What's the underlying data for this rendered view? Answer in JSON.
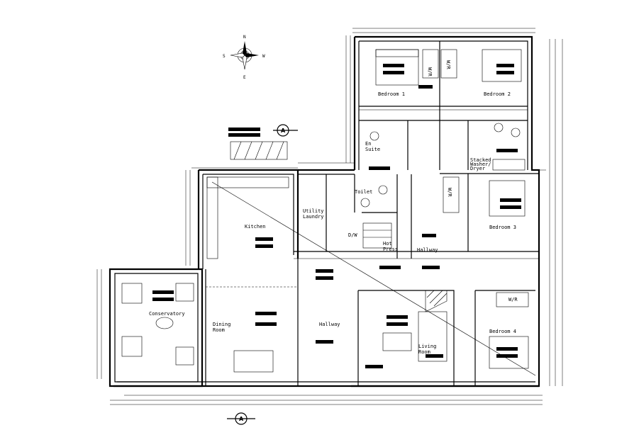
{
  "rooms": {
    "bedroom1": "Bedroom 1",
    "bedroom2": "Bedroom 2",
    "bedroom3": "Bedroom 3",
    "bedroom4": "Bedroom 4",
    "wardrobe": "W/R",
    "ensuite_line1": "En",
    "ensuite_line2": "Suite",
    "toilet": "Toilet",
    "utility_line1": "Utility",
    "utility_line2": "Laundry",
    "hotpress_line1": "Hot",
    "hotpress_line2": "Press",
    "dw": "D/W",
    "kitchen": "Kitchen",
    "hallway": "Hallway",
    "hallway_upper": "Hallway",
    "conservatory": "Conservatory",
    "dining_line1": "Dining",
    "dining_line2": "Room",
    "living_line1": "Living",
    "living_line2": "Room",
    "storage_note_line1": "Stacked",
    "storage_note_line2": "Washer/",
    "storage_note_line3": "Dryer"
  },
  "compass": {
    "n": "N",
    "s": "S",
    "e": "E",
    "w": "W"
  },
  "section_marker": "A"
}
